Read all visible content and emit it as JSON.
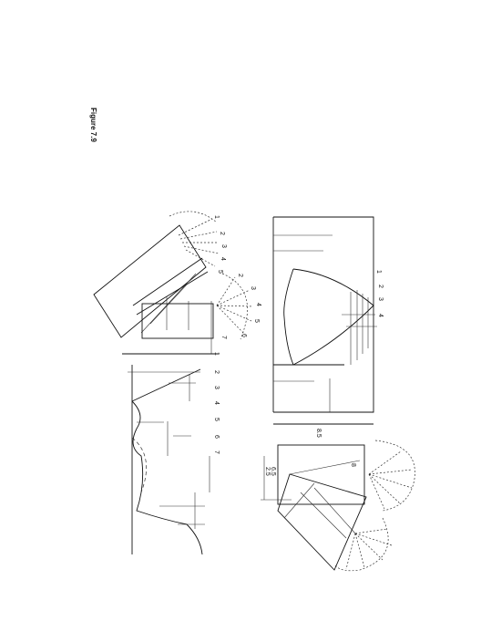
{
  "figure": {
    "caption": "Figure 7.9"
  },
  "labels": {
    "top_sleeve_cap": [
      "1",
      "2",
      "3",
      "4",
      "5"
    ],
    "small_fan": [
      "2",
      "3",
      "4",
      "5",
      "6",
      "7"
    ],
    "left_marks": [
      "1",
      "2",
      "3",
      "4",
      "5",
      "6",
      "7"
    ],
    "right_center_marks": [
      "1",
      "2",
      "3",
      "4"
    ],
    "measure_top": "8.5",
    "measure_left": "2.5",
    "measure_left_b": "6.5",
    "measure_diag": "8"
  }
}
